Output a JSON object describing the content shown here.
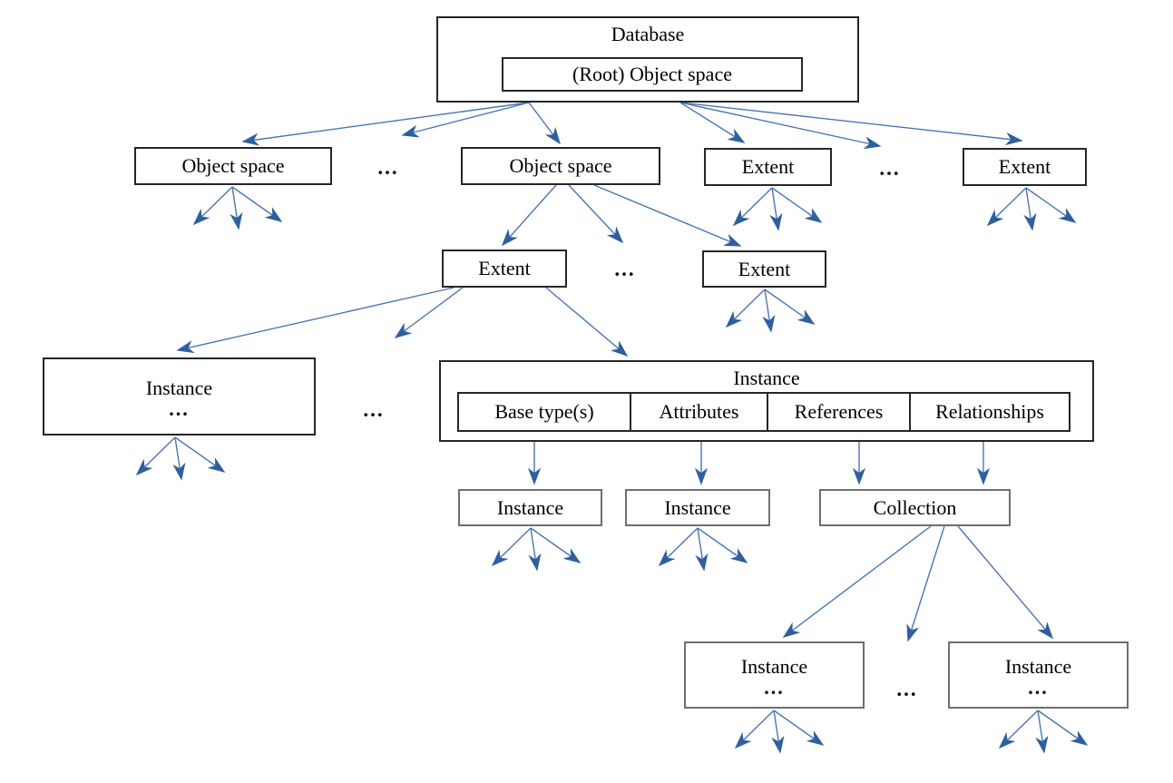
{
  "diagram": {
    "type": "tree",
    "ellipsis": "...",
    "nodes": {
      "database": {
        "label": "Database",
        "sublabel": "(Root) Object space"
      },
      "object_space_1": {
        "label": "Object space"
      },
      "object_space_2": {
        "label": "Object space"
      },
      "extent_r2_1": {
        "label": "Extent"
      },
      "extent_r2_2": {
        "label": "Extent"
      },
      "extent_r3_1": {
        "label": "Extent"
      },
      "extent_r3_2": {
        "label": "Extent"
      },
      "instance_left": {
        "label": "Instance",
        "sublabel": "..."
      },
      "instance_big": {
        "label": "Instance",
        "cells": [
          "Base type(s)",
          "Attributes",
          "References",
          "Relationships"
        ]
      },
      "instance_r5_1": {
        "label": "Instance"
      },
      "instance_r5_2": {
        "label": "Instance"
      },
      "collection": {
        "label": "Collection"
      },
      "instance_b1": {
        "label": "Instance",
        "sublabel": "..."
      },
      "instance_b2": {
        "label": "Instance",
        "sublabel": "..."
      }
    },
    "colors": {
      "line": "#4a76b4",
      "arrowhead": "#2f5f9e",
      "border_dark": "#262626",
      "border_gray": "#6f6f6f",
      "text": "#000000"
    },
    "arrows": [
      [
        583,
        113,
        268,
        156
      ],
      [
        583,
        113,
        444,
        149
      ],
      [
        583,
        113,
        617,
        158
      ],
      [
        750,
        113,
        820,
        157
      ],
      [
        750,
        113,
        970,
        161
      ],
      [
        750,
        113,
        1126,
        155
      ],
      [
        613,
        204,
        554,
        270
      ],
      [
        627,
        204,
        686,
        267
      ],
      [
        655,
        204,
        816,
        271
      ],
      [
        500,
        317,
        196,
        386
      ],
      [
        510,
        317,
        436,
        372
      ],
      [
        602,
        317,
        691,
        392
      ],
      [
        589,
        487,
        589,
        533
      ],
      [
        773,
        487,
        773,
        533
      ],
      [
        947,
        487,
        947,
        533
      ],
      [
        1084,
        487,
        1084,
        533
      ],
      [
        1026,
        580,
        864,
        702
      ],
      [
        1041,
        580,
        1001,
        706
      ],
      [
        1056,
        580,
        1160,
        703
      ],
      [
        256,
        206,
        214,
        247
      ],
      [
        256,
        206,
        263,
        252
      ],
      [
        256,
        206,
        310,
        244
      ],
      [
        851,
        207,
        809,
        248
      ],
      [
        851,
        207,
        858,
        253
      ],
      [
        851,
        207,
        905,
        245
      ],
      [
        1131,
        207,
        1089,
        248
      ],
      [
        1131,
        207,
        1138,
        253
      ],
      [
        1131,
        207,
        1185,
        245
      ],
      [
        843,
        319,
        801,
        360
      ],
      [
        843,
        319,
        850,
        365
      ],
      [
        843,
        319,
        897,
        357
      ],
      [
        193,
        482,
        151,
        523
      ],
      [
        193,
        482,
        200,
        528
      ],
      [
        193,
        482,
        247,
        520
      ],
      [
        585,
        582,
        543,
        623
      ],
      [
        585,
        582,
        592,
        628
      ],
      [
        585,
        582,
        639,
        620
      ],
      [
        769,
        582,
        727,
        623
      ],
      [
        769,
        582,
        776,
        628
      ],
      [
        769,
        582,
        823,
        620
      ],
      [
        853,
        783,
        811,
        824
      ],
      [
        853,
        783,
        860,
        829
      ],
      [
        853,
        783,
        907,
        821
      ],
      [
        1144,
        783,
        1102,
        824
      ],
      [
        1144,
        783,
        1151,
        829
      ],
      [
        1144,
        783,
        1198,
        821
      ]
    ]
  }
}
